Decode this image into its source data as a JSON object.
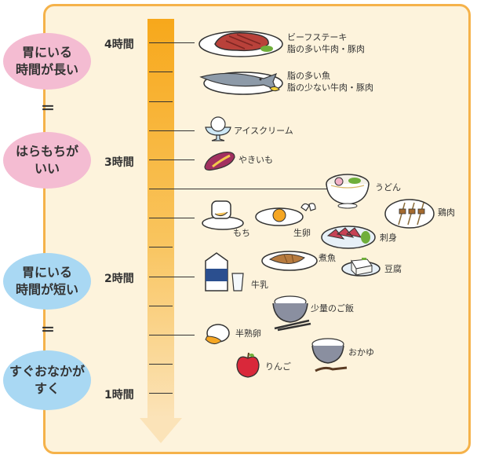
{
  "groups": {
    "long_stay": [
      "胃にいる",
      "時間が長い"
    ],
    "equals": "＝",
    "filling": [
      "はらもちが",
      "いい"
    ],
    "short_stay": [
      "胃にいる",
      "時間が短い"
    ],
    "hungry": [
      "すぐおなかが",
      "すく"
    ]
  },
  "hours": {
    "h4": "4時間",
    "h3": "3時間",
    "h2": "2時間",
    "h1": "1時間"
  },
  "foods": {
    "beefsteak": [
      "ビーフステーキ",
      "脂の多い牛肉・豚肉"
    ],
    "fatty_fish": [
      "脂の多い魚",
      "脂の少ない牛肉・豚肉"
    ],
    "ice_cream": "アイスクリーム",
    "sweet_potato": "やきいも",
    "udon": "うどん",
    "mochi": "もち",
    "raw_egg": "生卵",
    "sashimi": "刺身",
    "chicken": "鶏肉",
    "milk": "牛乳",
    "boiled_fish": "煮魚",
    "tofu": "豆腐",
    "small_rice": "少量のご飯",
    "soft_egg": "半熟卵",
    "porridge": "おかゆ",
    "apple": "りんご"
  },
  "colors": {
    "panel_bg": "#fdf3dc",
    "panel_border": "#f5b24a",
    "pink_bubble": "#f4bcd2",
    "blue_bubble": "#a9d8f3",
    "bar_top": "#f7a81b",
    "bar_bottom": "#fbe0b2"
  }
}
